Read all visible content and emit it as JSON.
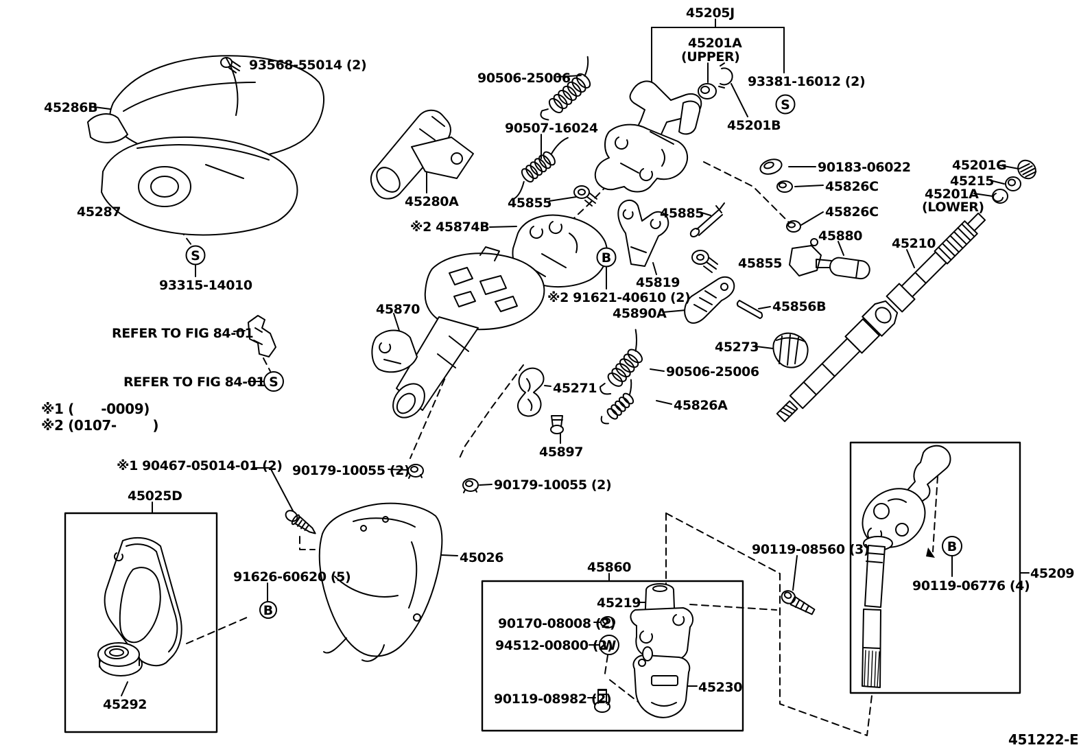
{
  "diagram": {
    "figure_code": "451222-E",
    "callouts": {
      "c45205J": "45205J",
      "c45201A_upper": "45201A",
      "c45201A_upper_sub": "(UPPER)",
      "c93381": "93381-16012 (2)",
      "c45201B": "45201B",
      "c93568": "93568-55014 (2)",
      "c45286B": "45286B",
      "c90506_top": "90506-25006",
      "c90507": "90507-16024",
      "c45287": "45287",
      "c45280A": "45280A",
      "c45855_left": "45855",
      "c45885": "45885",
      "c90183": "90183-06022",
      "c45826C_upper": "45826C",
      "c45826C_lower": "45826C",
      "c45201G": "45201G",
      "c45215": "45215",
      "c45201A_lower": "45201A",
      "c45201A_lower_sub": "(LOWER)",
      "c45874B": "※2 45874B",
      "c45880": "45880",
      "c45210": "45210",
      "c93315": "93315-14010",
      "c45855_right": "45855",
      "c45819": "45819",
      "c91621": "※2 91621-40610 (2)",
      "c45890A": "45890A",
      "c45856B": "45856B",
      "c45870": "45870",
      "refer_fig_1": "REFER TO FIG 84-01",
      "refer_fig_2": "REFER TO FIG 84-01",
      "c45273": "45273",
      "c90506_mid": "90506-25006",
      "note_1": "※1 (      -0009)",
      "note_2": "※2 (0107-        )",
      "c45271": "45271",
      "c45826A": "45826A",
      "c45897": "45897",
      "c90467": "※1 90467-05014-01 (2)",
      "c90179_left": "90179-10055 (2)",
      "c90179_right": "90179-10055 (2)",
      "c45025D": "45025D",
      "c91626": "91626-60620 (5)",
      "c45026": "45026",
      "c45860": "45860",
      "c90119_08560": "90119-08560 (3)",
      "c45219": "45219",
      "c90170": "90170-08008 (2)",
      "c94512": "94512-00800 (2)",
      "c90119_06776": "90119-06776 (4)",
      "c45209": "45209",
      "c90119_08982": "90119-08982 (2)",
      "c45230": "45230",
      "c45292": "45292"
    },
    "circled_letters": {
      "s_top": "S",
      "s_cover": "S",
      "s_refer": "S",
      "b_tilt": "B",
      "b_boot": "B",
      "b_joint": "B",
      "w_lock": "W"
    },
    "colors": {
      "line": "#000000",
      "background": "#ffffff"
    }
  }
}
